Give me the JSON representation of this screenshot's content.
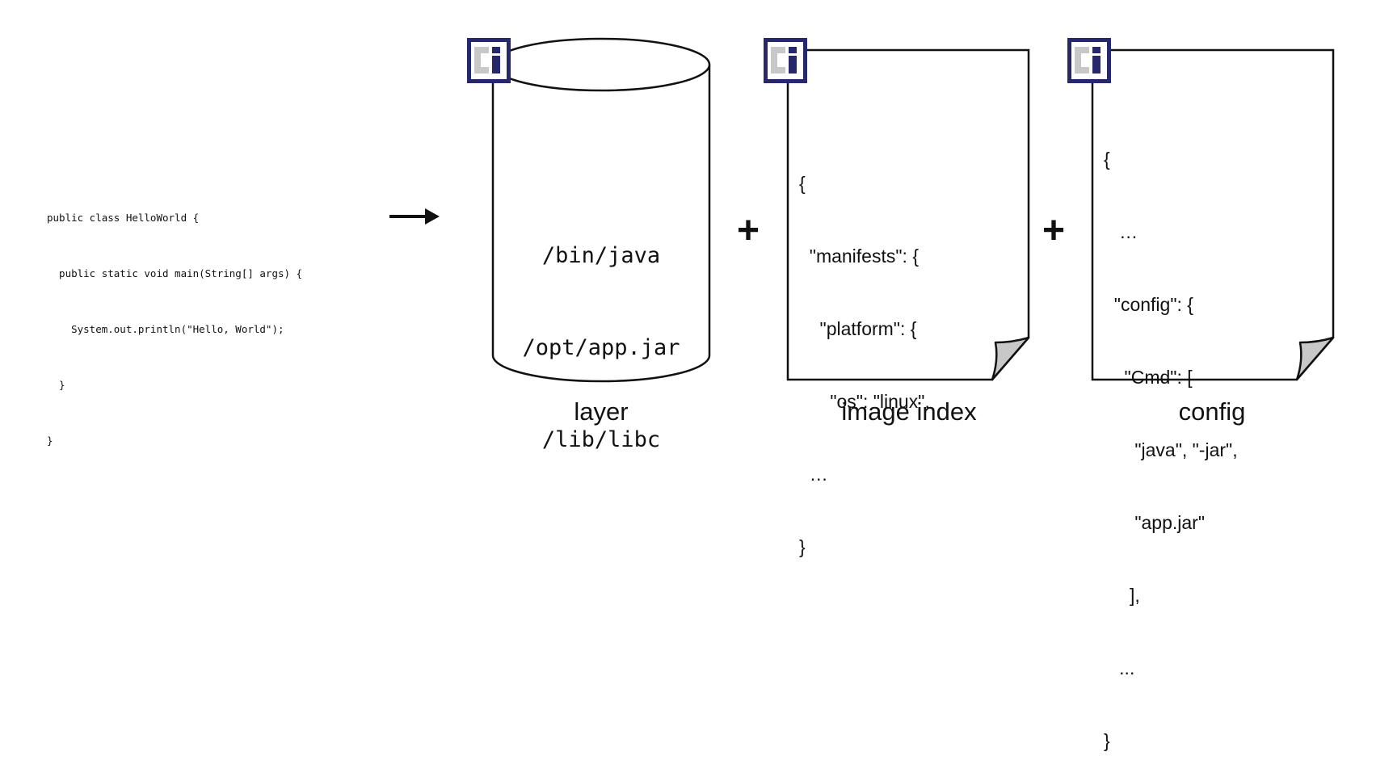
{
  "source_code": {
    "lines": [
      "public class HelloWorld {",
      "  public static void main(String[] args) {",
      "    System.out.println(\"Hello, World\");",
      "  }",
      "}"
    ]
  },
  "arrow_icon": "right-arrow",
  "layer": {
    "lines": [
      "/bin/java",
      "/opt/app.jar",
      "/lib/libc"
    ],
    "caption": "layer",
    "badge_icon": "ci-logo"
  },
  "plus_1": "+",
  "plus_2": "+",
  "image_index": {
    "lines": [
      "{",
      "  \"manifests\": {",
      "    \"platform\": {",
      "      \"os\": \"linux\",",
      "  …",
      "}"
    ],
    "caption": "image index",
    "badge_icon": "ci-logo"
  },
  "config": {
    "lines": [
      "{",
      "   …",
      "  \"config\": {",
      "    \"Cmd\": [",
      "      \"java\", \"-jar\",",
      "      \"app.jar\"",
      "     ],",
      "   ...",
      "}"
    ],
    "caption": "config",
    "badge_icon": "ci-logo"
  },
  "colors": {
    "badge_navy": "#27276b",
    "badge_gray": "#c8c8c8",
    "fold_gray": "#c8c8c8",
    "stroke": "#111111"
  }
}
